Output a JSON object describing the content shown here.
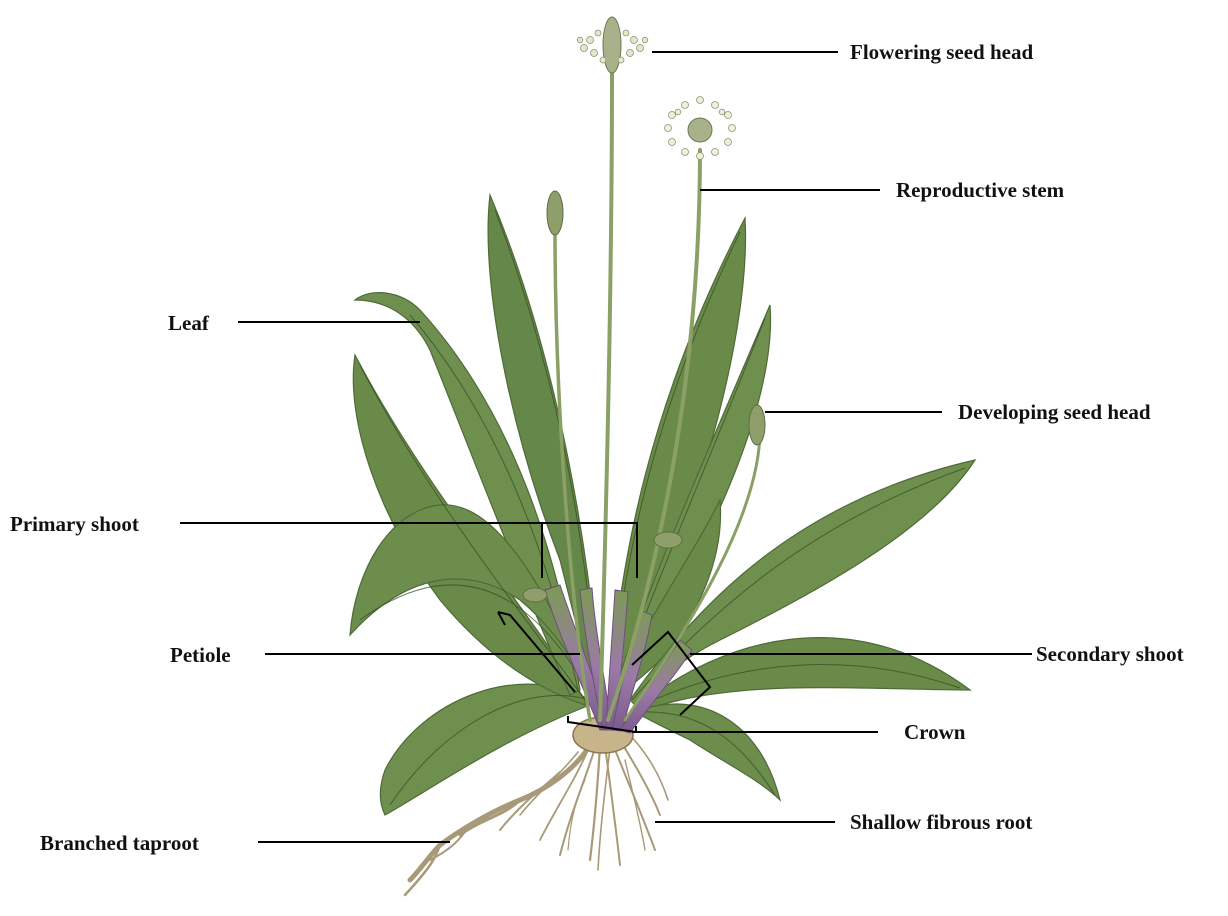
{
  "diagram": {
    "labels": {
      "flowering_seed_head": "Flowering seed head",
      "reproductive_stem": "Reproductive stem",
      "leaf": "Leaf",
      "developing_seed_head": "Developing seed head",
      "primary_shoot": "Primary shoot",
      "petiole": "Petiole",
      "secondary_shoot": "Secondary shoot",
      "crown": "Crown",
      "shallow_fibrous_root": "Shallow fibrous root",
      "branched_taproot": "Branched taproot"
    },
    "colors": {
      "leaf_fill": "#6f8f4e",
      "leaf_vein": "#2f4a22",
      "stem": "#8aa065",
      "petiole_purple": "#8e6a9c",
      "root": "#b5a585",
      "flower_head": "#d9dcc0",
      "leader_line": "#000000"
    }
  }
}
